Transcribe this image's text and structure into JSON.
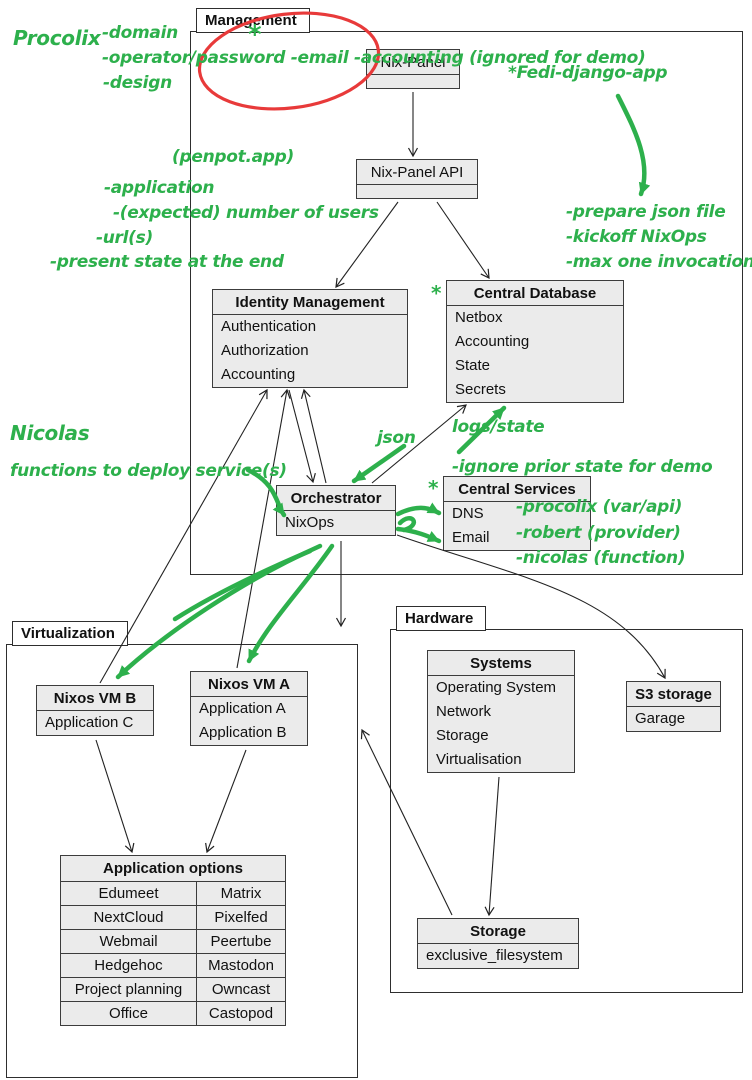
{
  "colors": {
    "green": "#2db04c",
    "red": "#e83a3a",
    "box_fill": "#ebebeb",
    "box_border": "#3c3c3c"
  },
  "frames": {
    "management": {
      "label": "Management"
    },
    "virtualization": {
      "label": "Virtualization"
    },
    "hardware": {
      "label": "Hardware"
    }
  },
  "nodes": {
    "nix_panel": {
      "title": "Nix-Panel",
      "items": []
    },
    "nix_panel_api": {
      "title": "Nix-Panel API",
      "items": []
    },
    "identity_management": {
      "title": "Identity Management",
      "items": [
        "Authentication",
        "Authorization",
        "Accounting"
      ]
    },
    "central_database": {
      "title": "Central Database",
      "items": [
        "Netbox",
        "Accounting",
        "State",
        "Secrets"
      ]
    },
    "orchestrator": {
      "title": "Orchestrator",
      "items": [
        "NixOps"
      ]
    },
    "central_services": {
      "title": "Central Services",
      "items": [
        "DNS",
        "Email"
      ]
    },
    "nixos_vm_b": {
      "title": "Nixos VM B",
      "items": [
        "Application C"
      ]
    },
    "nixos_vm_a": {
      "title": "Nixos VM A",
      "items": [
        "Application A",
        "Application B"
      ]
    },
    "systems": {
      "title": "Systems",
      "items": [
        "Operating System",
        "Network",
        "Storage",
        "Virtualisation"
      ]
    },
    "s3_storage": {
      "title": "S3 storage",
      "items": [
        "Garage"
      ]
    },
    "storage": {
      "title": "Storage",
      "items": [
        "exclusive_filesystem"
      ]
    }
  },
  "table": {
    "title": "Application options",
    "rows": [
      [
        "Edumeet",
        "Matrix"
      ],
      [
        "NextCloud",
        "Pixelfed"
      ],
      [
        "Webmail",
        "Peertube"
      ],
      [
        "Hedgehoc",
        "Mastodon"
      ],
      [
        "Project planning",
        "Owncast"
      ],
      [
        "Office",
        "Castopod"
      ]
    ]
  },
  "annotations": {
    "procolix": "Procolix",
    "domain": "-domain",
    "operator": "-operator/password -email -accounting (ignored for demo)",
    "design": "-design",
    "penpot": "(penpot.app)",
    "application": "-application",
    "expected_users": "-(expected) number of users",
    "urls": "-url(s)",
    "present_state": "-present state at the end",
    "fedi": "*Fedi-django-app",
    "prepare_json": "-prepare json file",
    "kickoff": "-kickoff NixOps",
    "max_one": "-max one invocation",
    "nicolas": "Nicolas",
    "functions": "functions to deploy service(s)",
    "json": "json",
    "logs_state": "logs/state",
    "ignore_prior": "-ignore prior state for demo",
    "procolix_var": "-procolix (var/api)",
    "robert": "-robert (provider)",
    "nicolas_fn": "-nicolas (function)",
    "asterisk": "*"
  }
}
